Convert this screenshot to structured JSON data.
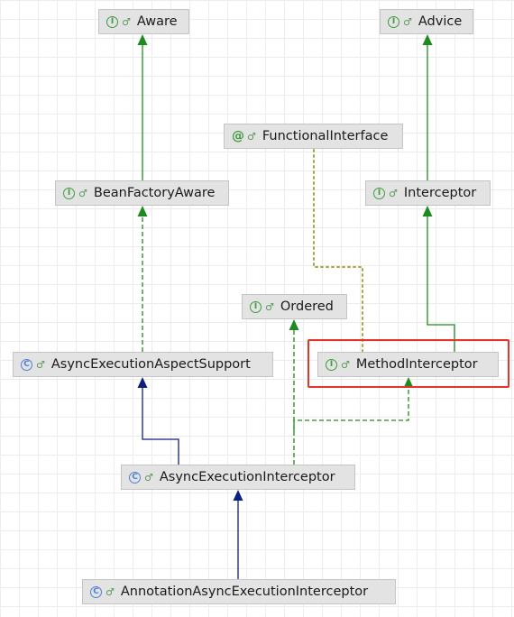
{
  "nodes": [
    {
      "id": "aware",
      "label": "Aware",
      "kind": "interface",
      "badge": "I",
      "visibility": "♂"
    },
    {
      "id": "advice",
      "label": "Advice",
      "kind": "interface",
      "badge": "I",
      "visibility": "♂"
    },
    {
      "id": "functional",
      "label": "FunctionalInterface",
      "kind": "annotation",
      "badge": "@",
      "visibility": "♂"
    },
    {
      "id": "beanfactoryaware",
      "label": "BeanFactoryAware",
      "kind": "interface",
      "badge": "I",
      "visibility": "♂"
    },
    {
      "id": "interceptor",
      "label": "Interceptor",
      "kind": "interface",
      "badge": "I",
      "visibility": "♂"
    },
    {
      "id": "ordered",
      "label": "Ordered",
      "kind": "interface",
      "badge": "I",
      "visibility": "♂"
    },
    {
      "id": "aspectsupport",
      "label": "AsyncExecutionAspectSupport",
      "kind": "class",
      "badge": "C",
      "visibility": "♂"
    },
    {
      "id": "methodinterceptor",
      "label": "MethodInterceptor",
      "kind": "interface",
      "badge": "I",
      "visibility": "♂",
      "highlighted": true
    },
    {
      "id": "asyncinterceptor",
      "label": "AsyncExecutionInterceptor",
      "kind": "class",
      "badge": "C",
      "visibility": "♂"
    },
    {
      "id": "annotationinterceptor",
      "label": "AnnotationAsyncExecutionInterceptor",
      "kind": "class",
      "badge": "C",
      "visibility": "♂"
    }
  ],
  "edges": [
    {
      "from": "beanfactoryaware",
      "to": "aware",
      "relation": "extends"
    },
    {
      "from": "interceptor",
      "to": "advice",
      "relation": "extends"
    },
    {
      "from": "methodinterceptor",
      "to": "interceptor",
      "relation": "extends"
    },
    {
      "from": "methodinterceptor",
      "to": "functional",
      "relation": "annotated-by"
    },
    {
      "from": "aspectsupport",
      "to": "beanfactoryaware",
      "relation": "implements"
    },
    {
      "from": "asyncinterceptor",
      "to": "aspectsupport",
      "relation": "extends-class"
    },
    {
      "from": "asyncinterceptor",
      "to": "ordered",
      "relation": "implements"
    },
    {
      "from": "asyncinterceptor",
      "to": "methodinterceptor",
      "relation": "implements"
    },
    {
      "from": "annotationinterceptor",
      "to": "asyncinterceptor",
      "relation": "extends-class"
    }
  ],
  "colors": {
    "interface_edge": "#1f8a1f",
    "class_edge": "#0f1f80",
    "annotation_edge": "#a8a840",
    "highlight": "#e8332a",
    "interface_badge": "#3f9a3f",
    "class_badge": "#4d7fd6"
  }
}
